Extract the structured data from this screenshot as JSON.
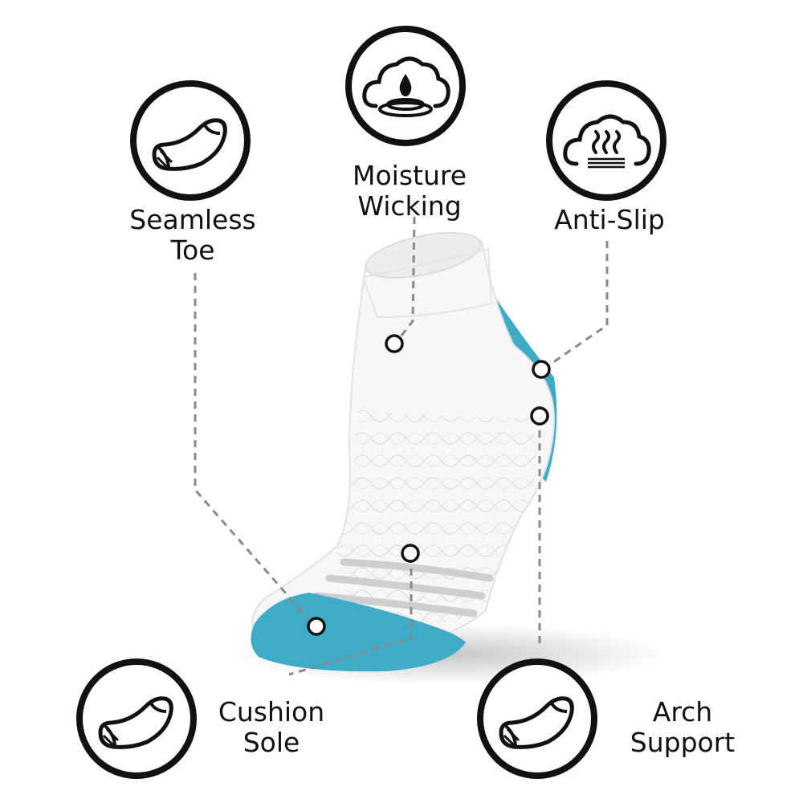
{
  "features": {
    "moisture_wicking": {
      "line1": "Moisture",
      "line2": "Wicking",
      "icon": "moisture-cloud-icon"
    },
    "seamless_toe": {
      "line1": "Seamless",
      "line2": "Toe",
      "icon": "low-cut-sock-icon"
    },
    "anti_slip": {
      "line1": "Anti-Slip",
      "icon": "heat-vent-cloud-icon"
    },
    "cushion_sole": {
      "line1": "Cushion",
      "line2": "Sole",
      "icon": "low-cut-sock-icon"
    },
    "arch_support": {
      "line1": "Arch",
      "line2": "Support",
      "icon": "low-cut-sock-icon"
    }
  },
  "colors": {
    "ink": "#111111",
    "sock_white": "#f7f7f7",
    "sock_blue": "#3eabc7",
    "sock_gray": "#cfcfcf",
    "leader": "#8a8a8a"
  }
}
